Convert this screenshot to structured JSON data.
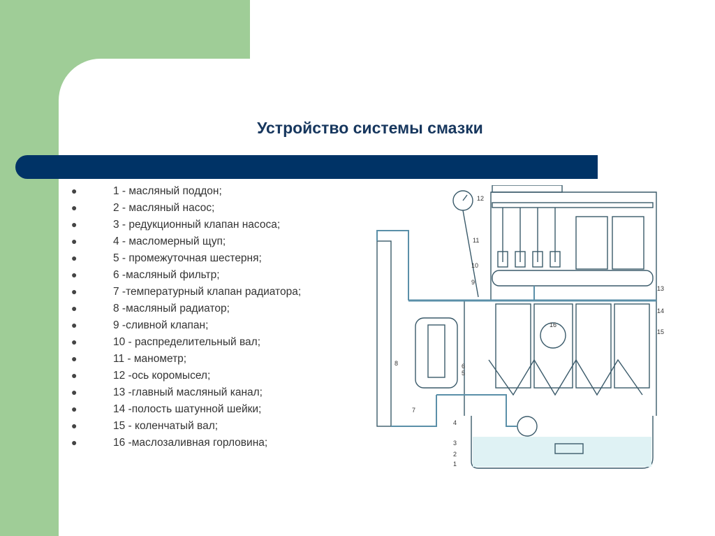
{
  "slide": {
    "title": "Устройство системы смазки",
    "colors": {
      "accent_green": "#9fcd97",
      "band_navy": "#003366",
      "title": "#17375e",
      "oil": "#dff2f4"
    }
  },
  "legend": [
    "1 - масляный поддон;",
    "2 - масляный насос;",
    "3 - редукционный клапан насоса;",
    "4 - масломерный щуп;",
    "5 - промежуточная шестерня;",
    "6 -масляный фильтр;",
    "7 -температурный клапан радиатора;",
    "8 -масляный радиатор;",
    "9 -сливной клапан;",
    "10 - распределительный вал;",
    "11 - манометр;",
    "12 -ось коромысел;",
    "13 -главный масляный канал;",
    "14 -полость шатунной шейки;",
    "15 - коленчатый вал;",
    "16 -маслозаливная горловина;"
  ],
  "diagram": {
    "callouts": [
      "1",
      "2",
      "3",
      "4",
      "5",
      "6",
      "7",
      "8",
      "9",
      "10",
      "11",
      "12",
      "13",
      "14",
      "15",
      "16"
    ]
  }
}
